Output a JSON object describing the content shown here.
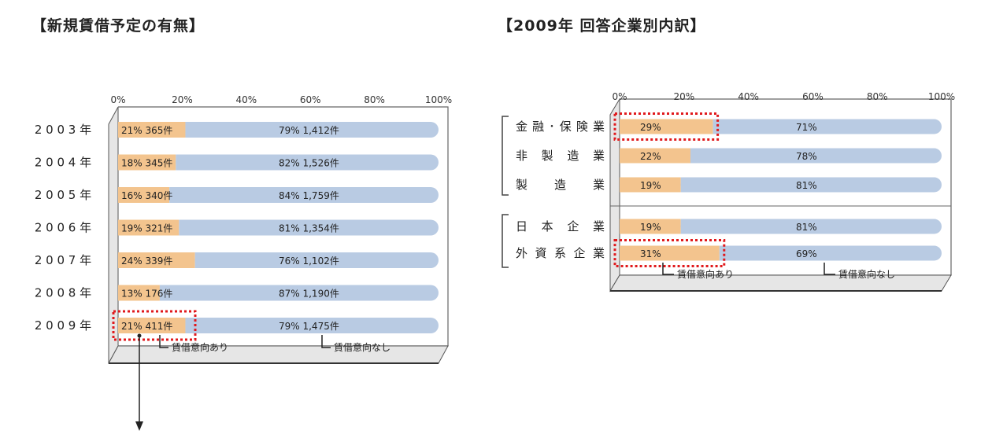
{
  "titles": {
    "left": "【新規賃借予定の有無】",
    "right": "【2009年 回答企業別内訳】"
  },
  "colors": {
    "yes": "#f3c48e",
    "no": "#b9cbe3",
    "highlight_year": "#e8a86a",
    "dotted_box": "#e0191c"
  },
  "chart_data": [
    {
      "type": "bar",
      "stacked": true,
      "orientation": "horizontal",
      "categories": [
        "2003年",
        "2004年",
        "2005年",
        "2006年",
        "2007年",
        "2008年",
        "2009年"
      ],
      "xlim": [
        0,
        100
      ],
      "x_ticks": [
        "0%",
        "20%",
        "40%",
        "60%",
        "80%",
        "100%"
      ],
      "series": [
        {
          "name": "賃借意向あり",
          "values": [
            21,
            18,
            16,
            19,
            24,
            13,
            21
          ],
          "counts": [
            "365件",
            "345件",
            "340件",
            "321件",
            "339件",
            "176件",
            "411件"
          ]
        },
        {
          "name": "賃借意向なし",
          "values": [
            79,
            82,
            84,
            81,
            76,
            87,
            79
          ],
          "counts": [
            "1,412件",
            "1,526件",
            "1,759件",
            "1,354件",
            "1,102件",
            "1,190件",
            "1,475件"
          ]
        }
      ],
      "highlight_category": "2009年",
      "legend": [
        "賃借意向あり",
        "賃借意向なし"
      ]
    },
    {
      "type": "bar",
      "stacked": true,
      "orientation": "horizontal",
      "categories": [
        "金融･保険業",
        "非製造業",
        "製造業",
        "日本企業",
        "外資系企業"
      ],
      "xlim": [
        0,
        100
      ],
      "x_ticks": [
        "0%",
        "20%",
        "40%",
        "60%",
        "80%",
        "100%"
      ],
      "series": [
        {
          "name": "賃借意向あり",
          "values": [
            29,
            22,
            19,
            19,
            31
          ]
        },
        {
          "name": "賃借意向なし",
          "values": [
            71,
            78,
            81,
            81,
            69
          ]
        }
      ],
      "highlight_categories": [
        "金融･保険業",
        "外資系企業"
      ],
      "legend": [
        "賃借意向あり",
        "賃借意向なし"
      ]
    }
  ]
}
